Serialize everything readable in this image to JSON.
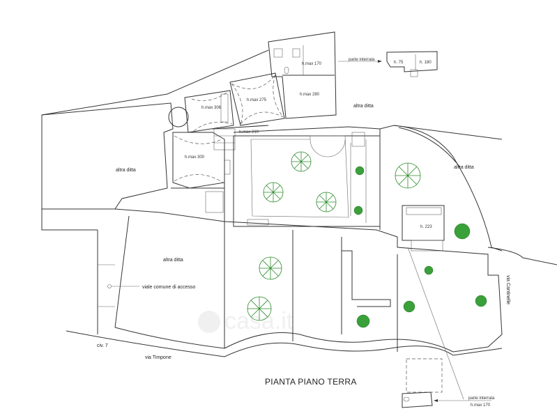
{
  "title": "PIANTA PIANO TERRA",
  "colors": {
    "walls": "#333333",
    "vegetation": "#2a8a2a"
  },
  "rooms": {
    "h170_top": "h.max 170",
    "h280": "h.max 280",
    "h275": "h.max 275",
    "h306": "h.max 306",
    "h210": "h.max 210",
    "h300": "h.max 300",
    "h223": "h. 223"
  },
  "basement_top": {
    "label": "parte interrata",
    "h75": "h. 75",
    "h180": "h. 180"
  },
  "basement_bottom": {
    "label": "parte interrata",
    "height": "h.max 170"
  },
  "neighbors": {
    "top": "altra ditta",
    "left": "altra ditta",
    "right": "altra ditta",
    "lower_left": "altra ditta"
  },
  "access": "viale comune di accesso",
  "streets": {
    "civ": "civ. 7",
    "timpone": "via Timpone",
    "cantinelle": "via Cantinelle"
  },
  "watermark": "casa.it"
}
